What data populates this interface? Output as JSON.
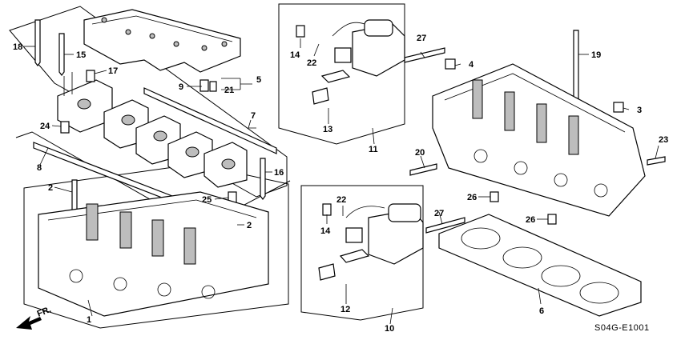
{
  "diagram": {
    "code": "S04G-E1001",
    "direction_label": "FR.",
    "callouts": [
      "1",
      "2",
      "2",
      "3",
      "4",
      "5",
      "6",
      "7",
      "8",
      "9",
      "10",
      "11",
      "12",
      "13",
      "14",
      "14",
      "15",
      "16",
      "17",
      "18",
      "19",
      "20",
      "21",
      "22",
      "22",
      "23",
      "24",
      "25",
      "26",
      "26",
      "27",
      "27"
    ]
  }
}
